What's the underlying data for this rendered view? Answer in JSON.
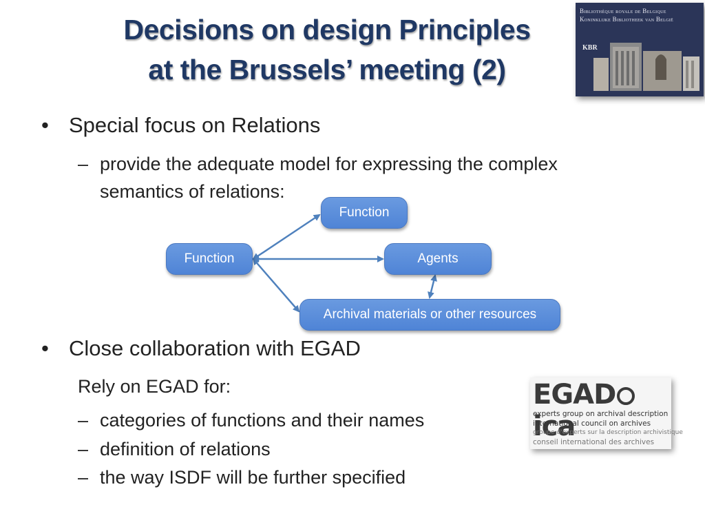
{
  "slide": {
    "title_line1": "Decisions on design Principles",
    "title_line2": "at the Brussels’ meeting (2)"
  },
  "kbr_logo": {
    "line1": "Bibliothèque royale de Belgique",
    "line2": "Koninklijke Bibliotheek van België",
    "mark": "KBR"
  },
  "bullets": [
    {
      "text": "Special focus on Relations",
      "subs": [
        {
          "line1": "provide the adequate model for expressing the complex",
          "line2": "semantics of relations:"
        }
      ]
    },
    {
      "text": "Close collaboration with EGAD",
      "intro": "Rely on EGAD for:",
      "subs": [
        {
          "text": "categories of functions and their names"
        },
        {
          "text": "definition of relations"
        },
        {
          "text": "the way ISDF will be further specified"
        }
      ]
    }
  ],
  "diagram": {
    "nodes": {
      "function_top": "Function",
      "function_left": "Function",
      "agents": "Agents",
      "archival": "Archival materials or other resources"
    },
    "node_color": "#5b8fdd"
  },
  "egad_logo": {
    "big_text": "EGAD",
    "ica_text": "ica",
    "line1": "experts group on archival description",
    "line2": "international council on archives",
    "line3": "groupe d'experts sur la description archivistique",
    "line4": "conseil international des archives"
  },
  "colors": {
    "title": "#1f3864",
    "arrow": "#4f81bd"
  }
}
